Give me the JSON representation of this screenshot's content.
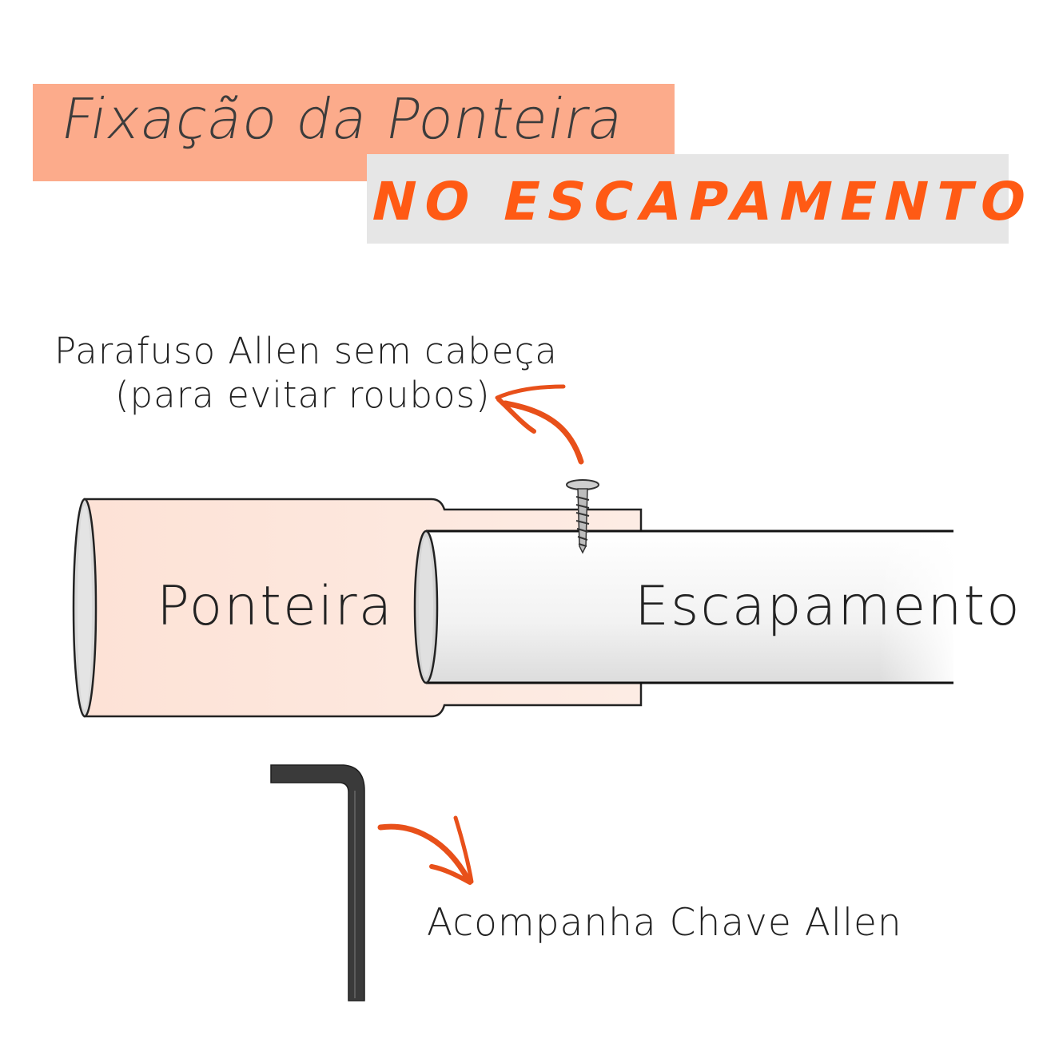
{
  "header": {
    "title": "Fixação da Ponteira",
    "subtitle": "NO ESCAPAMENTO"
  },
  "labels": {
    "screw_line1": "Parafuso Allen sem cabeça",
    "screw_line2": "(para evitar roubos)",
    "tip": "Ponteira",
    "pipe": "Escapamento",
    "key": "Acompanha Chave Allen"
  },
  "colors": {
    "title_bg": "#fcab8b",
    "subtitle_bg": "#e6e6e6",
    "subtitle_text": "#ff5a14",
    "arrow": "#e8501a",
    "tip_fill": "#fde6dc",
    "pipe_fill": "#f0f0f0",
    "allen_key": "#3a3a3a"
  },
  "icons": {
    "screw": "screw-icon",
    "allen_key": "allen-key-icon",
    "arrow_up": "curved-arrow-icon",
    "arrow_down": "curved-arrow-icon"
  }
}
